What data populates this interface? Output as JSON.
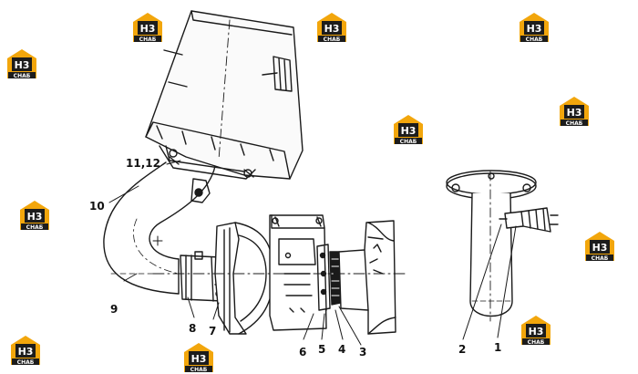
{
  "diagram": {
    "callouts": [
      {
        "id": "c1",
        "text": "1"
      },
      {
        "id": "c2",
        "text": "2"
      },
      {
        "id": "c3",
        "text": "3"
      },
      {
        "id": "c4",
        "text": "4"
      },
      {
        "id": "c5",
        "text": "5"
      },
      {
        "id": "c6",
        "text": "6"
      },
      {
        "id": "c7",
        "text": "7"
      },
      {
        "id": "c8",
        "text": "8"
      },
      {
        "id": "c9",
        "text": "9"
      },
      {
        "id": "c10",
        "text": "10"
      },
      {
        "id": "c11",
        "text": "11,12"
      }
    ]
  },
  "watermark": {
    "brand_text": "H3",
    "sub_text": "СНАБ",
    "colors": {
      "roof": "#f2a60c",
      "box": "#1c1c1c",
      "text": "#ffffff"
    },
    "icon": "h3-logo-icon"
  }
}
